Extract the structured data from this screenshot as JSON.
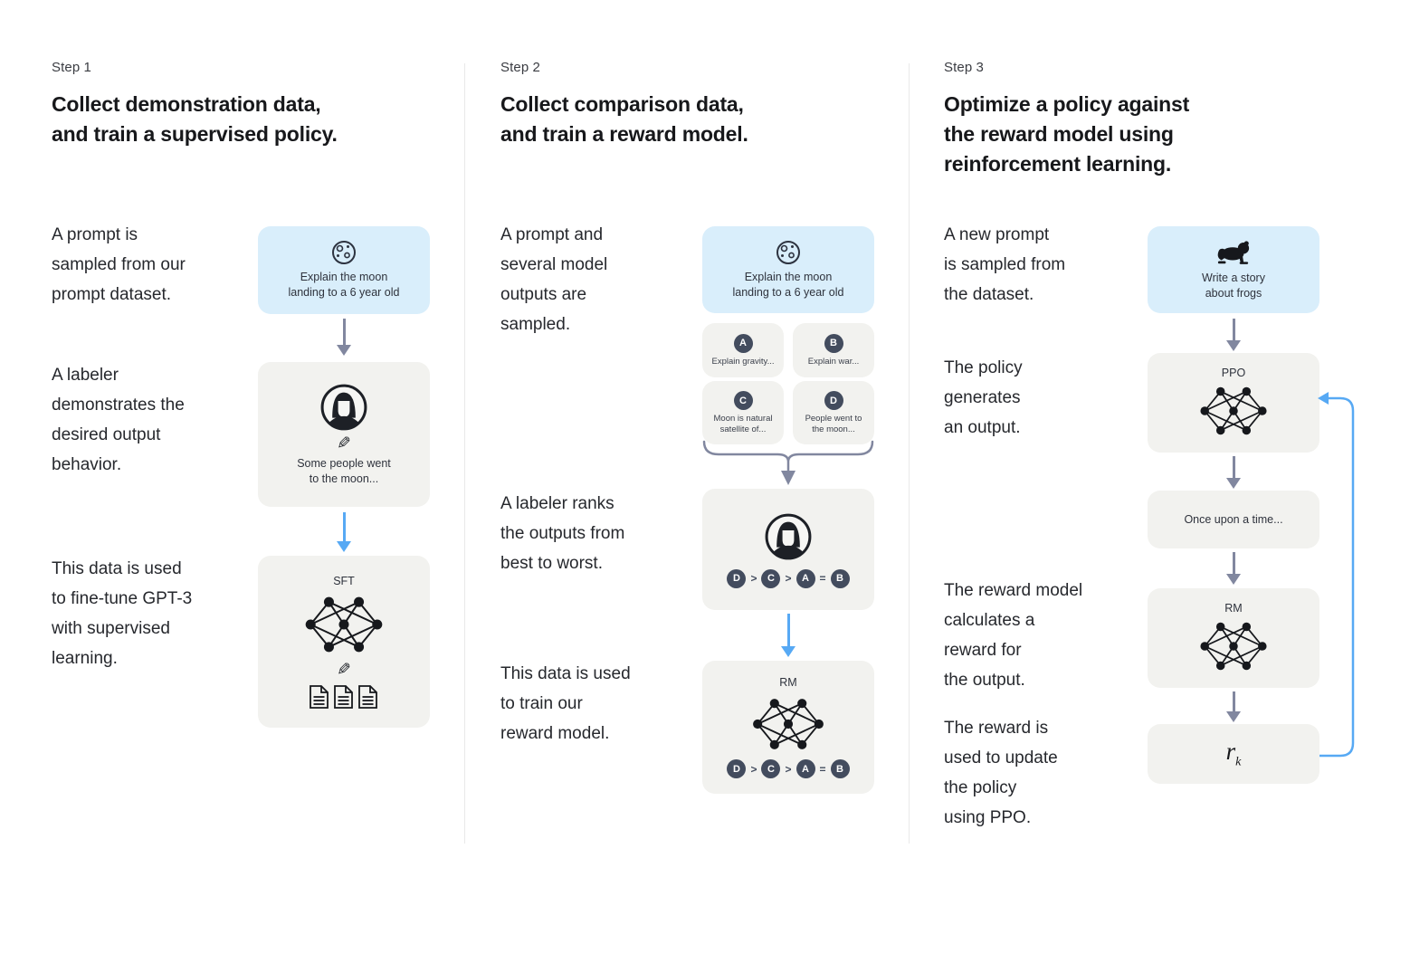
{
  "palette": {
    "card_gray": "#f2f2ef",
    "card_blue": "#d9eefb",
    "chip_dark": "#434c5e",
    "arrow_gray": "#81879f",
    "arrow_blue": "#57a9f4",
    "divider": "#e9e9e9",
    "heading_text": "#17181b",
    "body_text": "#26282d"
  },
  "columns": [
    {
      "step_label": "Step 1",
      "title": "Collect demonstration data,\nand train a supervised policy.",
      "side_texts": [
        "A prompt is\nsampled from our\nprompt dataset.",
        "A labeler\ndemonstrates the\ndesired output\nbehavior.",
        "This data is used\nto fine-tune GPT-3\nwith supervised\nlearning."
      ],
      "prompt_card": {
        "icon": "moon-icon",
        "text": "Explain the moon\nlanding to a 6 year old"
      },
      "labeler_card": {
        "icon": "labeler-avatar-icon",
        "pencil_glyph": "✎",
        "text": "Some people went\nto the moon..."
      },
      "sft_card": {
        "label": "SFT",
        "pencil_glyph": "✎",
        "icons": [
          "neural-network-icon",
          "pencil-icon",
          "documents-icon"
        ]
      }
    },
    {
      "step_label": "Step 2",
      "title": "Collect comparison data,\nand train a reward model.",
      "side_texts": [
        "A prompt and\nseveral model\noutputs are\nsampled.",
        "A labeler ranks\nthe outputs from\nbest to worst.",
        "This data is used\nto train our\nreward model."
      ],
      "prompt_card": {
        "icon": "moon-icon",
        "text": "Explain the moon\nlanding to a 6 year old"
      },
      "output_cards": [
        {
          "letter": "A",
          "text": "Explain gravity..."
        },
        {
          "letter": "B",
          "text": "Explain war..."
        },
        {
          "letter": "C",
          "text": "Moon is natural\nsatellite of..."
        },
        {
          "letter": "D",
          "text": "People went to\nthe moon..."
        }
      ],
      "ranking": [
        "D",
        ">",
        "C",
        ">",
        "A",
        "=",
        "B"
      ],
      "labeler_card": {
        "icon": "labeler-avatar-icon"
      },
      "rm_card": {
        "label": "RM"
      }
    },
    {
      "step_label": "Step 3",
      "title": "Optimize a policy against\nthe reward model using\nreinforcement learning.",
      "side_texts": [
        "A new prompt\nis sampled from\nthe dataset.",
        "The policy\ngenerates\nan output.",
        "The reward model\ncalculates a\nreward for\nthe output.",
        "The reward is\nused to update\nthe policy\nusing PPO."
      ],
      "prompt_card": {
        "icon": "frog-icon",
        "text": "Write a story\nabout frogs"
      },
      "ppo_card": {
        "label": "PPO"
      },
      "output_card": {
        "text": "Once upon a time..."
      },
      "rm_card": {
        "label": "RM"
      },
      "reward_card": {
        "base": "r",
        "sub": "k"
      }
    }
  ]
}
